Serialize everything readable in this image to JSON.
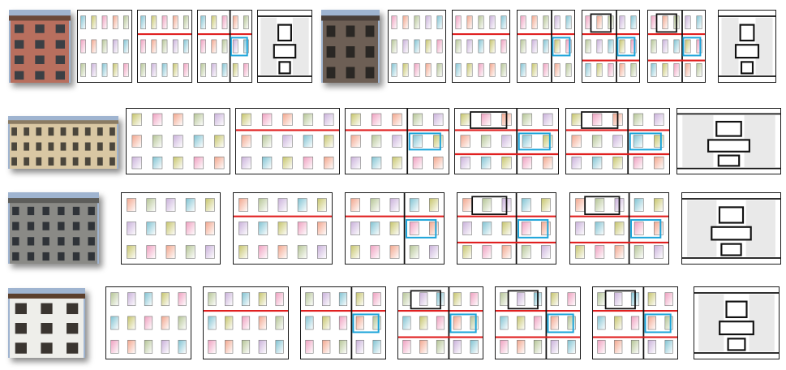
{
  "figure": {
    "rows": [
      {
        "id": "row-1",
        "photos": [
          "building-1-photo",
          "building-2-photo"
        ]
      },
      {
        "id": "row-2",
        "photos": [
          "building-3-photo"
        ]
      },
      {
        "id": "row-3",
        "photos": [
          "building-4-photo"
        ]
      },
      {
        "id": "row-4",
        "photos": [
          "building-5-photo"
        ]
      }
    ]
  },
  "colors": {
    "window_green": "#b4c494",
    "window_violet": "#c9b0da",
    "window_cyan": "#7fc2d2",
    "window_pink": "#ef9fbf",
    "window_salmon": "#f2a58c",
    "window_olive": "#c6c46a",
    "split_line": "#e02020",
    "selection_box": "#1aa3d9",
    "structure_line": "#111111",
    "empty_region": "#e9e9e9"
  }
}
